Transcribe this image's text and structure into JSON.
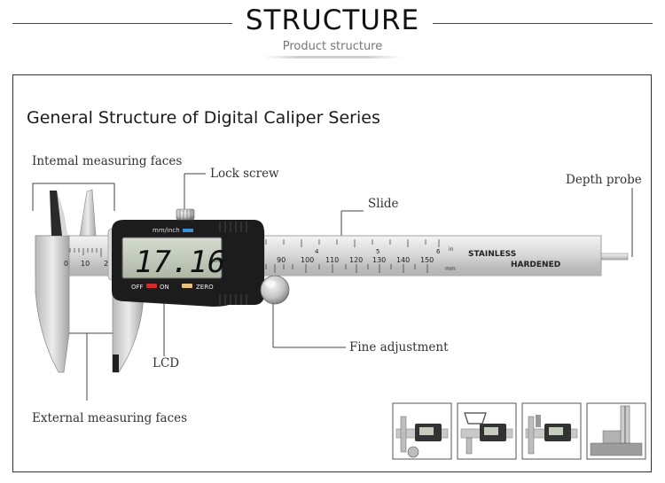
{
  "header": {
    "title": "STRUCTURE",
    "subtitle": "Product structure"
  },
  "section": {
    "heading": "General Structure of Digital Caliper Series"
  },
  "labels": {
    "internal_faces": "Intemal measuring faces",
    "lock_screw": "Lock screw",
    "slide": "Slide",
    "depth_probe": "Depth probe",
    "lcd": "LCD",
    "fine_adjustment": "Fine adjustment",
    "external_faces": "External measuring faces"
  },
  "caliper": {
    "display_reading": "17.16",
    "display_unit_top": "mm/inch",
    "display_unit_side": "mm",
    "off_label": "OFF",
    "on_label": "ON",
    "zero_label": "ZERO",
    "beam_text_1": "STAINLESS",
    "beam_text_2": "HARDENED",
    "beam_unit_mm": "mm",
    "beam_unit_in": "in",
    "scale_left": [
      "0",
      "10",
      "2"
    ],
    "scale_right": [
      "90",
      "100",
      "110",
      "120",
      "130",
      "140",
      "150"
    ],
    "inch_scale": [
      "4",
      "5",
      "6"
    ],
    "colors": {
      "off_button": "#d32a2a",
      "zero_button": "#e8c27a",
      "mode_indicator": "#3a8fd6"
    }
  },
  "thumbnails": [
    {
      "icon": "outside-measure-icon"
    },
    {
      "icon": "inside-measure-icon"
    },
    {
      "icon": "step-measure-icon"
    },
    {
      "icon": "depth-measure-icon"
    }
  ]
}
